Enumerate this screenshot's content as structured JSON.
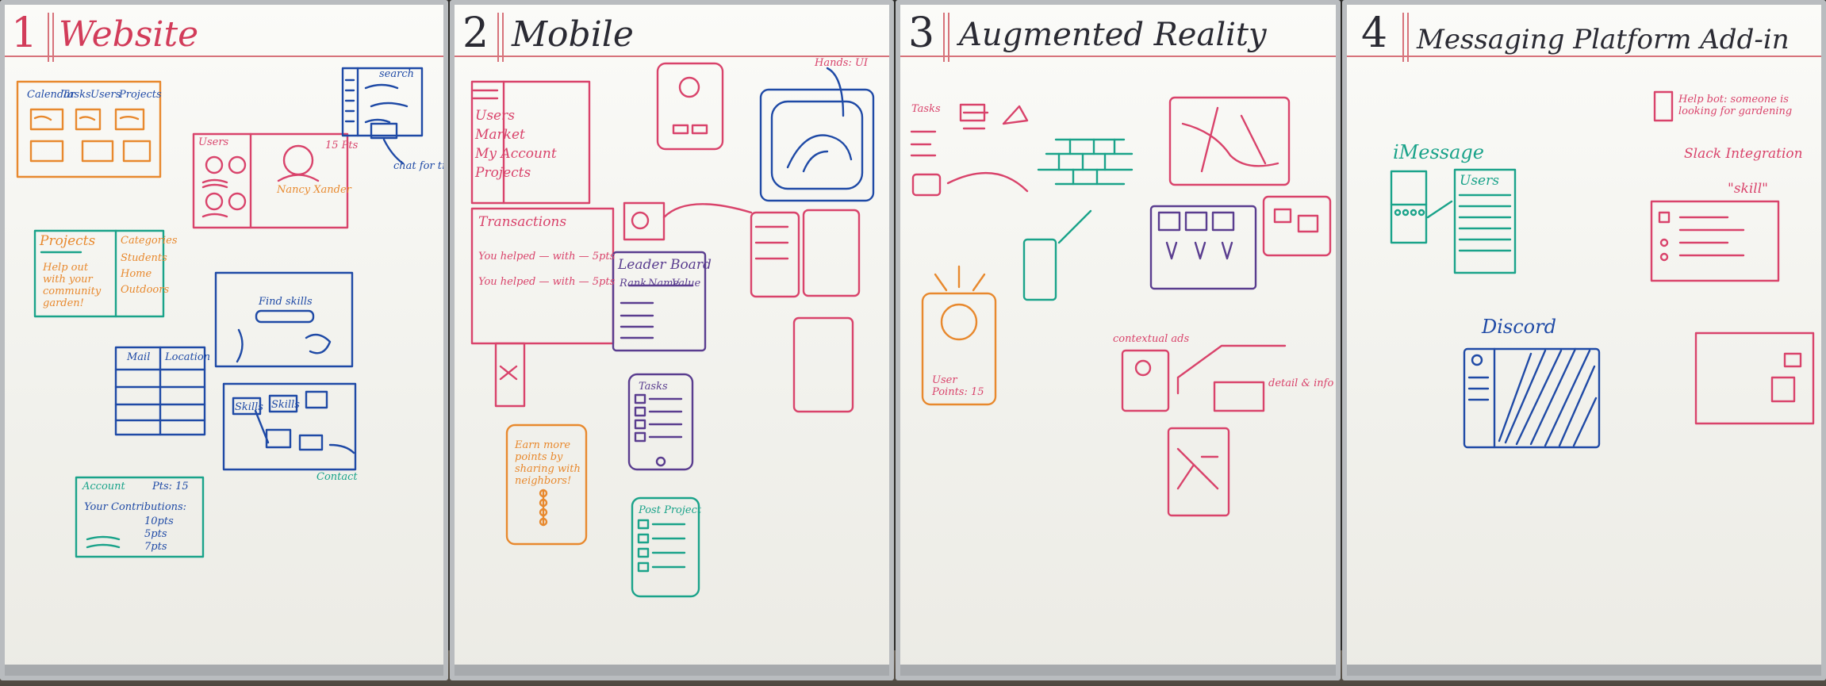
{
  "boards": [
    {
      "number": "1",
      "title": "Website",
      "notes": {
        "nav": [
          "Calendar",
          "Tasks",
          "Users",
          "Projects"
        ],
        "users_heading": "Users",
        "profile_score": "15 Pts",
        "profile_text": "Nancy Xander",
        "projects_heading": "Projects",
        "projects_body": "Help out with your community garden!",
        "categories": [
          "Categories",
          "Students",
          "Home",
          "Outdoors"
        ],
        "find_skills": "Find skills",
        "table_headers": [
          "Mail",
          "Location"
        ],
        "skills_labels": [
          "Skills",
          "Skills"
        ],
        "account_heading": "Account",
        "account_pts": "Pts: 15",
        "your_contributions": "Your Contributions:",
        "contrib_values": [
          "10pts",
          "5pts",
          "7pts"
        ],
        "chat_label": "chat for trades",
        "search_label": "search",
        "contact_label": "Contact"
      }
    },
    {
      "number": "2",
      "title": "Mobile",
      "notes": {
        "menu": [
          "Users",
          "Market",
          "My Account",
          "Projects"
        ],
        "transactions_heading": "Transactions",
        "tx_lines": [
          "You helped — with — 5pts",
          "You helped — with — 5pts"
        ],
        "leader_board": "Leader Board",
        "leader_cols": [
          "Rank",
          "Name",
          "Value"
        ],
        "tasks_heading": "Tasks",
        "earn_points": "Earn more points by sharing with neighbors!",
        "hands_label": "Hands: UI",
        "friends_label": "Post Project"
      }
    },
    {
      "number": "3",
      "title": "Augmented Reality",
      "notes": {
        "tasks_label": "Tasks",
        "user_points": "User Points: 15",
        "contextual_label": "contextual ads",
        "detail_label": "detail & info"
      }
    },
    {
      "number": "4",
      "title": "Messaging Platform Add-in",
      "notes": {
        "imessage": "iMessage",
        "users": "Users",
        "slack": "Slack Integration",
        "skill": "\"skill\"",
        "discord": "Discord",
        "help_note": "Help bot: someone is looking for gardening"
      }
    }
  ],
  "colors": {
    "header_red": "#d7737b",
    "orange": "#e8892e",
    "pink": "#d9436b",
    "blue": "#1f4aa6",
    "teal": "#1aa38a",
    "purple": "#5a3d8f",
    "dark": "#2a2a33"
  }
}
